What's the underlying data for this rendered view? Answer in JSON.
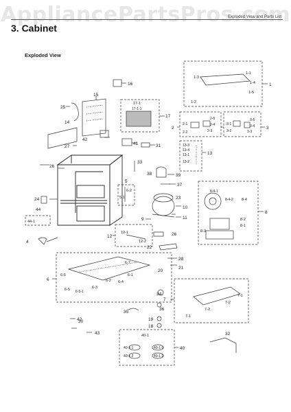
{
  "header": {
    "watermark": "AppliancePartsPros.com",
    "note": "Exploded View and Parts List",
    "title": "3.  Cabinet",
    "subtitle": "Exploded View"
  },
  "labels": [
    {
      "id": "l1",
      "t": "16"
    },
    {
      "id": "l2",
      "t": "15"
    },
    {
      "id": "l3",
      "t": "25"
    },
    {
      "id": "l4",
      "t": "14"
    },
    {
      "id": "l5",
      "t": "17-1"
    },
    {
      "id": "l6",
      "t": "17-1-1"
    },
    {
      "id": "l7",
      "t": "17"
    },
    {
      "id": "l8",
      "t": "42"
    },
    {
      "id": "l9",
      "t": "27"
    },
    {
      "id": "l10",
      "t": "41"
    },
    {
      "id": "l11",
      "t": "31"
    },
    {
      "id": "l12",
      "t": "1-1"
    },
    {
      "id": "l13",
      "t": "1-3"
    },
    {
      "id": "l14",
      "t": "1-4"
    },
    {
      "id": "l15",
      "t": "1"
    },
    {
      "id": "l16",
      "t": "1-5"
    },
    {
      "id": "l17",
      "t": "1-2"
    },
    {
      "id": "l18",
      "t": "2-5"
    },
    {
      "id": "l19",
      "t": "2-1"
    },
    {
      "id": "l20",
      "t": "2-4"
    },
    {
      "id": "l21",
      "t": "2"
    },
    {
      "id": "l22",
      "t": "2-2"
    },
    {
      "id": "l23",
      "t": "2-3"
    },
    {
      "id": "l24",
      "t": "3-5"
    },
    {
      "id": "l25",
      "t": "3-1"
    },
    {
      "id": "l26",
      "t": "3-4"
    },
    {
      "id": "l27",
      "t": "3"
    },
    {
      "id": "l28",
      "t": "3-2"
    },
    {
      "id": "l29",
      "t": "3-3"
    },
    {
      "id": "l30",
      "t": "13-3"
    },
    {
      "id": "l31",
      "t": "13-4"
    },
    {
      "id": "l32",
      "t": "13"
    },
    {
      "id": "l33",
      "t": "13-1"
    },
    {
      "id": "l34",
      "t": "13-2"
    },
    {
      "id": "l35",
      "t": "33"
    },
    {
      "id": "l36",
      "t": "38"
    },
    {
      "id": "l37",
      "t": "39"
    },
    {
      "id": "l38",
      "t": "26"
    },
    {
      "id": "l39",
      "t": "5"
    },
    {
      "id": "l40",
      "t": "6-2"
    },
    {
      "id": "l41",
      "t": "5-1"
    },
    {
      "id": "l42",
      "t": "23"
    },
    {
      "id": "l43",
      "t": "37"
    },
    {
      "id": "l44",
      "t": "24"
    },
    {
      "id": "l45",
      "t": "44"
    },
    {
      "id": "l46",
      "t": "44-1"
    },
    {
      "id": "l47",
      "t": "10"
    },
    {
      "id": "l48",
      "t": "11"
    },
    {
      "id": "l49",
      "t": "9"
    },
    {
      "id": "l50",
      "t": "8-4-1"
    },
    {
      "id": "l51",
      "t": "8-4-2"
    },
    {
      "id": "l52",
      "t": "8-4"
    },
    {
      "id": "l53",
      "t": "8"
    },
    {
      "id": "l54",
      "t": "8-2"
    },
    {
      "id": "l55",
      "t": "8-1"
    },
    {
      "id": "l56",
      "t": "8-3"
    },
    {
      "id": "l57",
      "t": "4"
    },
    {
      "id": "l58",
      "t": "12"
    },
    {
      "id": "l59",
      "t": "12-1"
    },
    {
      "id": "l60",
      "t": "12-2"
    },
    {
      "id": "l61",
      "t": "26"
    },
    {
      "id": "l62",
      "t": "22"
    },
    {
      "id": "l63",
      "t": "28"
    },
    {
      "id": "l64",
      "t": "20"
    },
    {
      "id": "l65",
      "t": "21"
    },
    {
      "id": "l66",
      "t": "6-7"
    },
    {
      "id": "l67",
      "t": "6-6"
    },
    {
      "id": "l68",
      "t": "6"
    },
    {
      "id": "l69",
      "t": "6-5"
    },
    {
      "id": "l70",
      "t": "6-5-1"
    },
    {
      "id": "l71",
      "t": "6-3"
    },
    {
      "id": "l72",
      "t": "6-2"
    },
    {
      "id": "l73",
      "t": "6-1"
    },
    {
      "id": "l74",
      "t": "6-4"
    },
    {
      "id": "l75",
      "t": "34"
    },
    {
      "id": "l76",
      "t": "7"
    },
    {
      "id": "l77",
      "t": "7-1"
    },
    {
      "id": "l78",
      "t": "7-2"
    },
    {
      "id": "l79",
      "t": "7-2"
    },
    {
      "id": "l80",
      "t": "7-1"
    },
    {
      "id": "l81",
      "t": "35"
    },
    {
      "id": "l82",
      "t": "36"
    },
    {
      "id": "l83",
      "t": "19"
    },
    {
      "id": "l84",
      "t": "18"
    },
    {
      "id": "l85",
      "t": "42"
    },
    {
      "id": "l86",
      "t": "30"
    },
    {
      "id": "l87",
      "t": "43"
    },
    {
      "id": "l88",
      "t": "40-1"
    },
    {
      "id": "l89",
      "t": "40-1-1"
    },
    {
      "id": "l90",
      "t": "40-1-2"
    },
    {
      "id": "l91",
      "t": "40-1-2"
    },
    {
      "id": "l92",
      "t": "40-1-1"
    },
    {
      "id": "l93",
      "t": "40"
    },
    {
      "id": "l94",
      "t": "32"
    }
  ]
}
